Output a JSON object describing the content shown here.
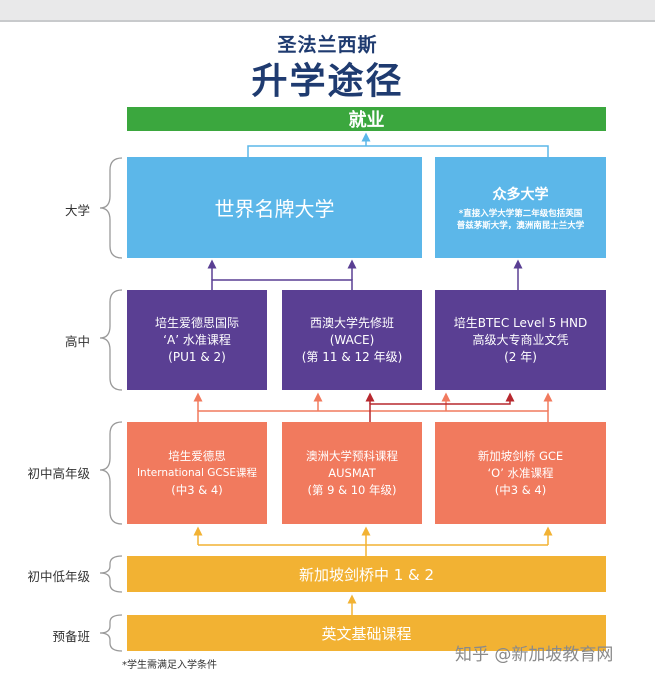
{
  "header": {
    "subtitle": "圣法兰西斯",
    "title": "升学途径"
  },
  "levels": {
    "university": "大学",
    "high_school": "高中",
    "senior_middle": "初中高年级",
    "junior_middle": "初中低年级",
    "preparatory": "预备班"
  },
  "boxes": {
    "employment": "就业",
    "world_univ": "世界名牌大学",
    "many_univ": {
      "title": "众多大学",
      "line1": "*直接入学大学第二年级包括英国",
      "line2": "普兹茅斯大学，澳洲南昆士兰大学"
    },
    "a_level": {
      "line1": "培生爱德思国际",
      "line2": "‘A’ 水准课程",
      "line3": "(PU1 & 2)"
    },
    "wace": {
      "line1": "西澳大学先修班",
      "line2": "(WACE)",
      "line3": "(第 11 & 12 年级)"
    },
    "btec": {
      "line1": "培生BTEC Level 5 HND",
      "line2": "高级大专商业文凭",
      "line3": "(2 年)"
    },
    "igcse": {
      "line1": "培生爱德思",
      "line2": "International GCSE课程",
      "line3": "(中3 & 4)"
    },
    "ausmat": {
      "line1": "澳洲大学预科课程",
      "line2": "AUSMAT",
      "line3": "(第 9 & 10 年级)"
    },
    "olevel": {
      "line1": "新加坡剑桥 GCE",
      "line2": "‘O’ 水准课程",
      "line3": "(中3 & 4)"
    },
    "cambridge": "新加坡剑桥中 1 & 2",
    "english": "英文基础课程"
  },
  "footnote": "*学生需满足入学条件",
  "watermark": "知乎 @新加坡教育网",
  "colors": {
    "title": "#1f3b70",
    "green": "#3ba73e",
    "blue": "#5cb7e9",
    "purple": "#5a3f93",
    "salmon": "#f17a5e",
    "yellow": "#f2b233"
  }
}
